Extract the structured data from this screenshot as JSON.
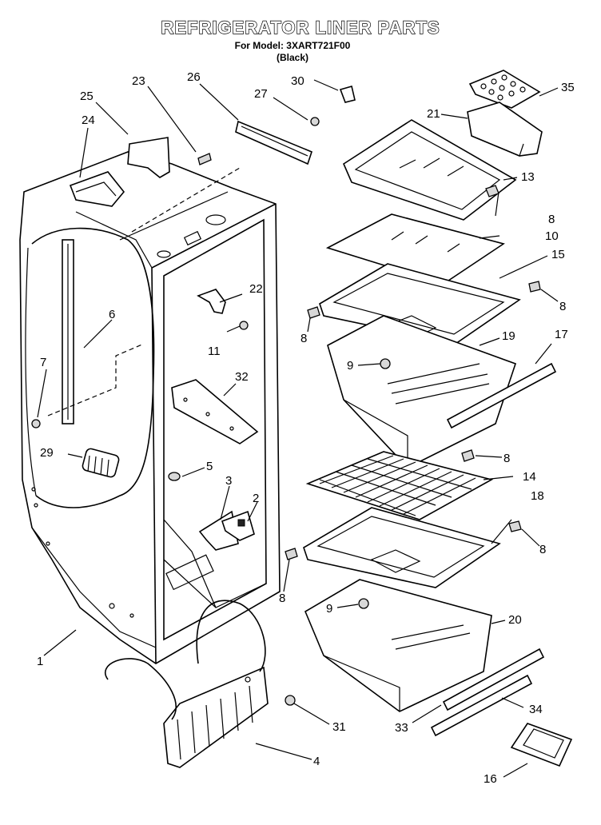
{
  "header": {
    "title": "REFRIGERATOR LINER PARTS",
    "model_line": "For Model: 3XART721F00",
    "color_line": "(Black)"
  },
  "callouts": {
    "c1": "1",
    "c2": "2",
    "c3": "3",
    "c4": "4",
    "c5": "5",
    "c6": "6",
    "c7": "7",
    "c8a": "8",
    "c8b": "8",
    "c8c": "8",
    "c8d": "8",
    "c8e": "8",
    "c8f": "8",
    "c9a": "9",
    "c9b": "9",
    "c10": "10",
    "c11": "11",
    "c13": "13",
    "c14": "14",
    "c15": "15",
    "c16": "16",
    "c17": "17",
    "c18": "18",
    "c19": "19",
    "c20": "20",
    "c21": "21",
    "c22": "22",
    "c23": "23",
    "c24": "24",
    "c25": "25",
    "c26": "26",
    "c27": "27",
    "c29": "29",
    "c30": "30",
    "c31": "31",
    "c32": "32",
    "c33": "33",
    "c34": "34",
    "c35": "35"
  }
}
